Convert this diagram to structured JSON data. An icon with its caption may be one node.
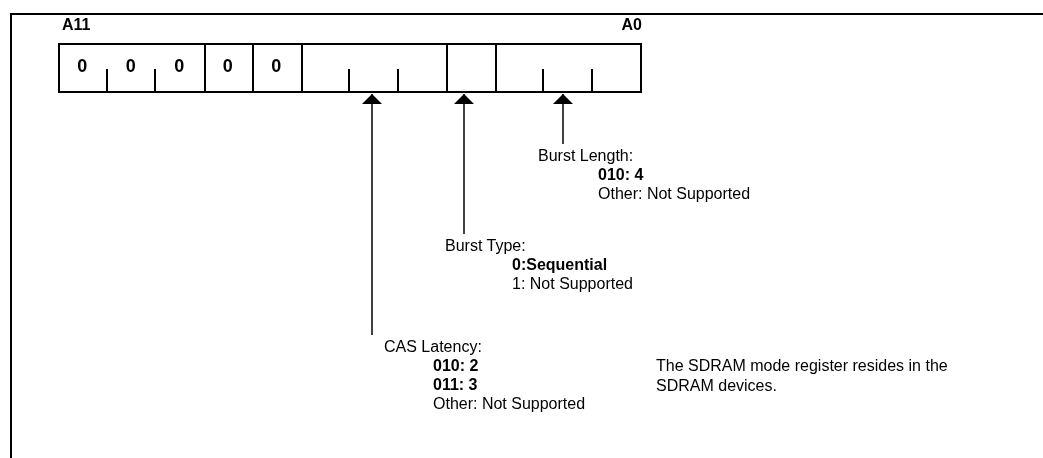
{
  "diagram": {
    "nodes": [
      {
        "text": [
          "0",
          "0",
          "0"
        ]
      },
      {
        "text": [
          "0"
        ]
      },
      {
        "text": [
          "0"
        ]
      },
      {
        "text": [],
        "shape": "box"
      },
      {
        "text": [],
        "shape": "box"
      },
      {
        "text": [],
        "shape": "box"
      },
      {
        "text": [
          "Burst Length:",
          "010: 4",
          "Other: Not Supported"
        ]
      },
      {
        "text": [
          "Burst Type:",
          "0:Sequential",
          "1: Not Supported"
        ]
      },
      {
        "text": [
          "CAS Latency:",
          "010: 2",
          "011: 3",
          "Other: Not Supported"
        ]
      }
    ],
    "edges": [
      {
        "from": 6,
        "to": 5,
        "arrow": "to"
      },
      {
        "from": 7,
        "to": 4,
        "arrow": "to"
      },
      {
        "from": 8,
        "to": 3,
        "arrow": "to"
      }
    ],
    "labels": [
      "A11",
      "A0",
      "The SDRAM mode register resides in the SDRAM devices."
    ]
  }
}
